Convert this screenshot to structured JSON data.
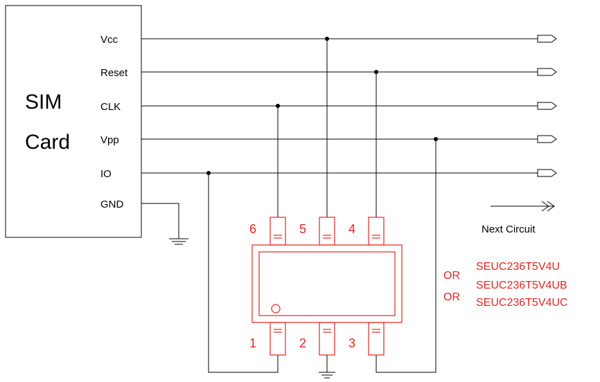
{
  "sim_card": {
    "line1": "SIM",
    "line2": "Card"
  },
  "signals": [
    "Vcc",
    "Reset",
    "CLK",
    "Vpp",
    "IO",
    "GND"
  ],
  "next_circuit": "Next Circuit",
  "pins": [
    "1",
    "2",
    "3",
    "4",
    "5",
    "6"
  ],
  "or_label": "OR",
  "part_numbers": [
    "SEUC236T5V4U",
    "SEUC236T5V4UB",
    "SEUC236T5V4UC"
  ],
  "colors": {
    "wire": "#000000",
    "package": "#e8231f"
  }
}
